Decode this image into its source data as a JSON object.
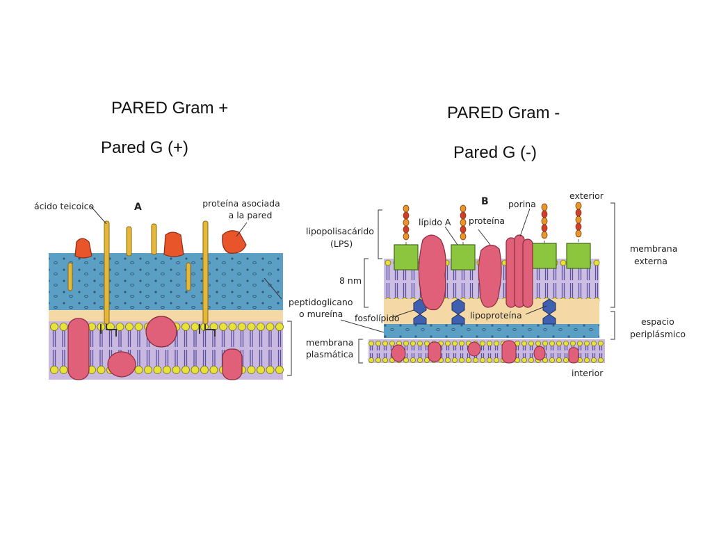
{
  "titles": {
    "gram_pos": "PARED Gram +",
    "gram_pos_sub": "Pared G (+)",
    "gram_neg": "PARED Gram -",
    "gram_neg_sub": "Pared G (-)"
  },
  "panel_a": {
    "letter": "A",
    "labels": {
      "acido_teicoico": "ácido teicoico",
      "proteina_line1": "proteína asociada",
      "proteina_line2": "a la pared",
      "peptidoglicano_line1": "peptidoglicano",
      "peptidoglicano_line2": "o mureína",
      "membrana_line1": "membrana",
      "membrana_line2": "plasmática"
    }
  },
  "panel_b": {
    "letter": "B",
    "labels": {
      "exterior": "exterior",
      "porina": "porina",
      "lipido_a": "lípido A",
      "proteina": "proteína",
      "lps_line1": "lipopolisacárido",
      "lps_line2": "(LPS)",
      "nm": "8 nm",
      "fosfolipido": "fosfolípido",
      "lipoproteina": "lipoproteína",
      "membrana_externa_line1": "membrana",
      "membrana_externa_line2": "externa",
      "espacio_line1": "espacio",
      "espacio_line2": "periplásmico",
      "interior": "interior"
    }
  },
  "colors": {
    "peptidoglycan": "#5b9fc4",
    "periplasm": "#f4d9a6",
    "membrane": "#b9a9d8",
    "lipid_head": "#e6e23a",
    "lipid_tail": "#5a4ea0",
    "protein": "#e0607a",
    "wall_protein": "#e8552a",
    "teichoic": "#e6b83a",
    "lps": "#8cc63f",
    "lipoprotein": "#3f5fb0"
  }
}
